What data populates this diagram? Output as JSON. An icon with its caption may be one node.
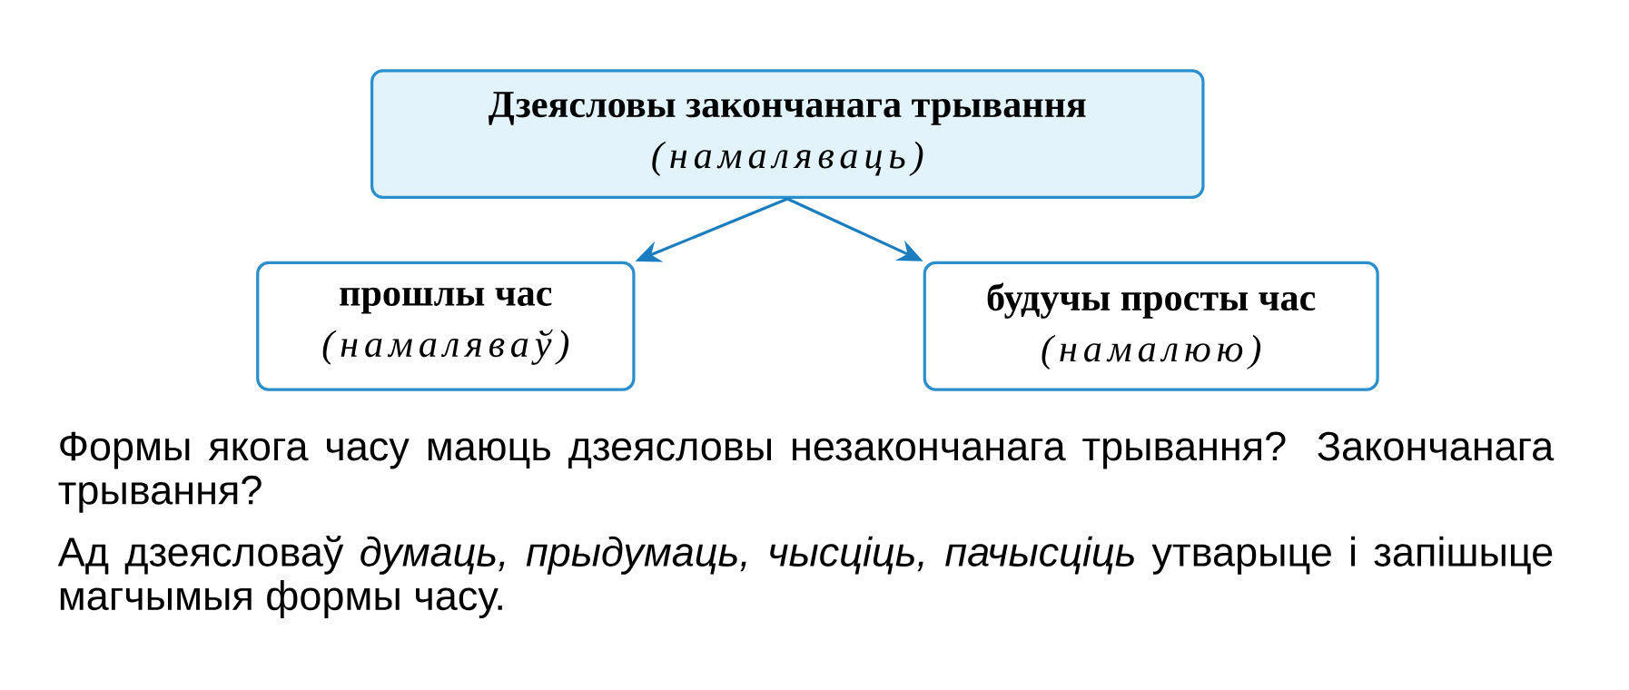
{
  "diagram": {
    "nodes": [
      {
        "text": [
          "Дзеясловы закончанага трывання",
          "(намаляваць)"
        ]
      },
      {
        "text": [
          "прошлы час",
          "(намаляваў)"
        ]
      },
      {
        "text": [
          "будучы просты час",
          "(намалюю)"
        ]
      }
    ],
    "edges": [
      {
        "from": 0,
        "to": 1,
        "arrow": "to"
      },
      {
        "from": 0,
        "to": 2,
        "arrow": "to"
      }
    ],
    "labels": [
      "Формы якога часу маюць дзеясловы незакончанага трывання? Закончанага трывання?",
      "Ад дзеясловаў *думаць, прыдумаць, чысціць, пачысціць* утварыце і запішыце магчымыя формы часу."
    ]
  }
}
